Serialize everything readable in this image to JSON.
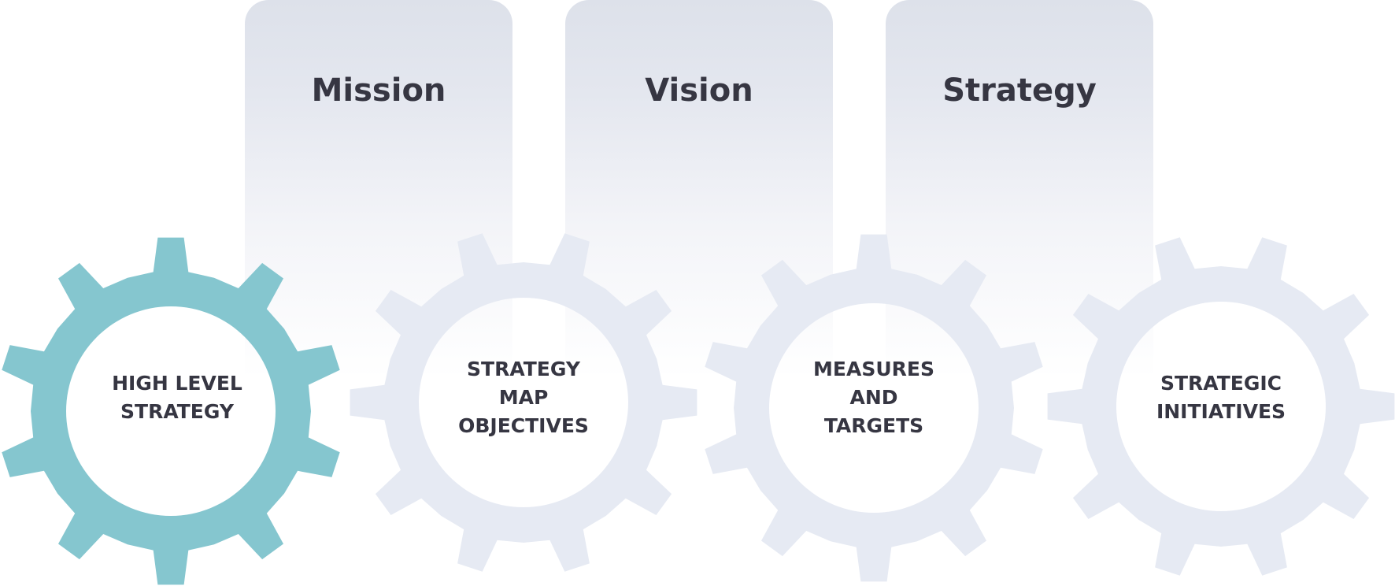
{
  "colors": {
    "active_gear": "#85c6cf",
    "inactive_gear": "#e6eaf3",
    "text": "#363642"
  },
  "cards": [
    {
      "title": "Mission"
    },
    {
      "title": "Vision"
    },
    {
      "title": "Strategy"
    }
  ],
  "gears": [
    {
      "lines": [
        "HIGH LEVEL",
        "STRATEGY"
      ],
      "active": true
    },
    {
      "lines": [
        "STRATEGY",
        "MAP",
        "OBJECTIVES"
      ],
      "active": false
    },
    {
      "lines": [
        "MEASURES",
        "AND",
        "TARGETS"
      ],
      "active": false
    },
    {
      "lines": [
        "STRATEGIC",
        "INITIATIVES"
      ],
      "active": false
    }
  ]
}
